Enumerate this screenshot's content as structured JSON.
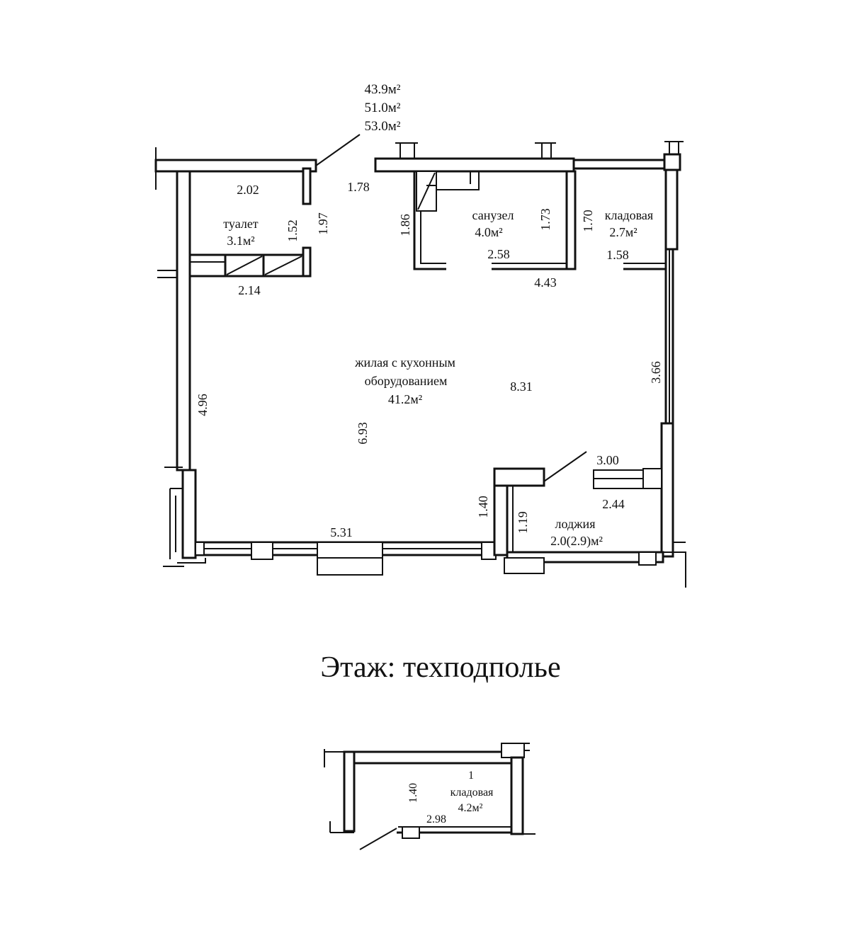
{
  "areas": {
    "total_1": "43.9м²",
    "total_2": "51.0м²",
    "total_3": "53.0м²"
  },
  "rooms": {
    "toilet": {
      "name": "туалет",
      "area": "3.1м²"
    },
    "bathroom": {
      "name": "санузел",
      "area": "4.0м²"
    },
    "storage": {
      "name": "кладовая",
      "area": "2.7м²"
    },
    "living": {
      "name_line1": "жилая с кухонным",
      "name_line2": "оборудованием",
      "area": "41.2м²"
    },
    "loggia": {
      "name": "лоджия",
      "area": "2.0(2.9)м²"
    }
  },
  "dimensions": {
    "d_2_02": "2.02",
    "d_1_78": "1.78",
    "d_1_97": "1.97",
    "d_1_52": "1.52",
    "d_1_86": "1.86",
    "d_1_73": "1.73",
    "d_1_70": "1.70",
    "d_2_58": "2.58",
    "d_1_58": "1.58",
    "d_2_14": "2.14",
    "d_4_43": "4.43",
    "d_4_96": "4.96",
    "d_6_93": "6.93",
    "d_8_31": "8.31",
    "d_3_66": "3.66",
    "d_3_00": "3.00",
    "d_2_44": "2.44",
    "d_1_40": "1.40",
    "d_1_19": "1.19",
    "d_5_31": "5.31"
  },
  "floor_heading": "Этаж: техподполье",
  "basement": {
    "number": "1",
    "name": "кладовая",
    "area": "4.2м²",
    "d_1_40": "1.40",
    "d_2_98": "2.98"
  }
}
